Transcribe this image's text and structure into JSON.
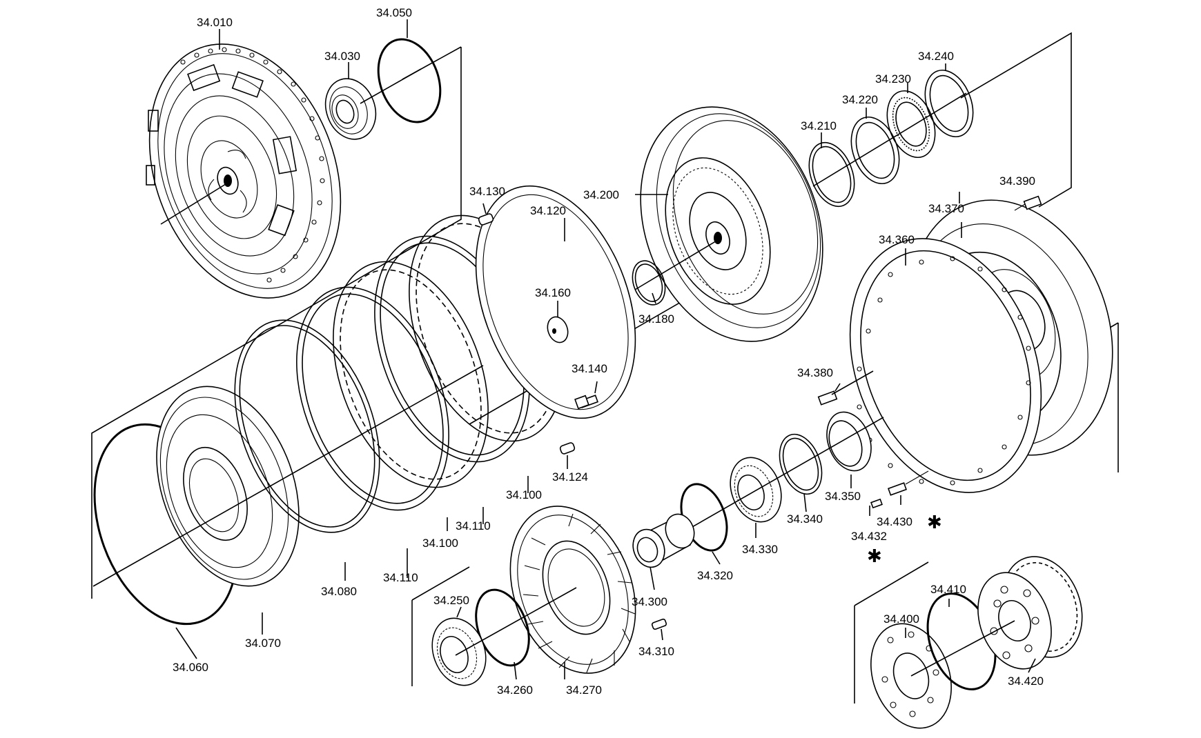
{
  "parts": {
    "p34010": "34.010",
    "p34030": "34.030",
    "p34050": "34.050",
    "p34060": "34.060",
    "p34070": "34.070",
    "p34080": "34.080",
    "p34100a": "34.100",
    "p34100b": "34.100",
    "p34110a": "34.110",
    "p34110b": "34.110",
    "p34120": "34.120",
    "p34124": "34.124",
    "p34130": "34.130",
    "p34140": "34.140",
    "p34160": "34.160",
    "p34180": "34.180",
    "p34200": "34.200",
    "p34210": "34.210",
    "p34220": "34.220",
    "p34230": "34.230",
    "p34240": "34.240",
    "p34250": "34.250",
    "p34260": "34.260",
    "p34270": "34.270",
    "p34300": "34.300",
    "p34310": "34.310",
    "p34320": "34.320",
    "p34330": "34.330",
    "p34340": "34.340",
    "p34350": "34.350",
    "p34360": "34.360",
    "p34370": "34.370",
    "p34380": "34.380",
    "p34390": "34.390",
    "p34400": "34.400",
    "p34410": "34.410",
    "p34420": "34.420",
    "p34430": "34.430",
    "p34432": "34.432"
  },
  "markers": {
    "asterisk": "✱"
  }
}
